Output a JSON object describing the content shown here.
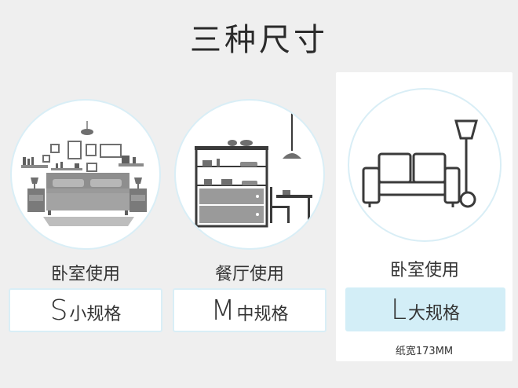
{
  "title": "三种尺寸",
  "cards": [
    {
      "usage": "卧室使用",
      "size_letter": "S",
      "size_label": "小规格",
      "icon": "bedroom-illustration"
    },
    {
      "usage": "餐厅使用",
      "size_letter": "M",
      "size_label": "中规格",
      "icon": "dining-room-illustration"
    },
    {
      "usage": "卧室使用",
      "size_letter": "L",
      "size_label": "大规格",
      "icon": "sofa-lamp-icon",
      "note": "纸宽173MM"
    }
  ],
  "colors": {
    "accent_border": "#d9eef6",
    "selected_fill": "#d3eef7",
    "background": "#efefef"
  }
}
